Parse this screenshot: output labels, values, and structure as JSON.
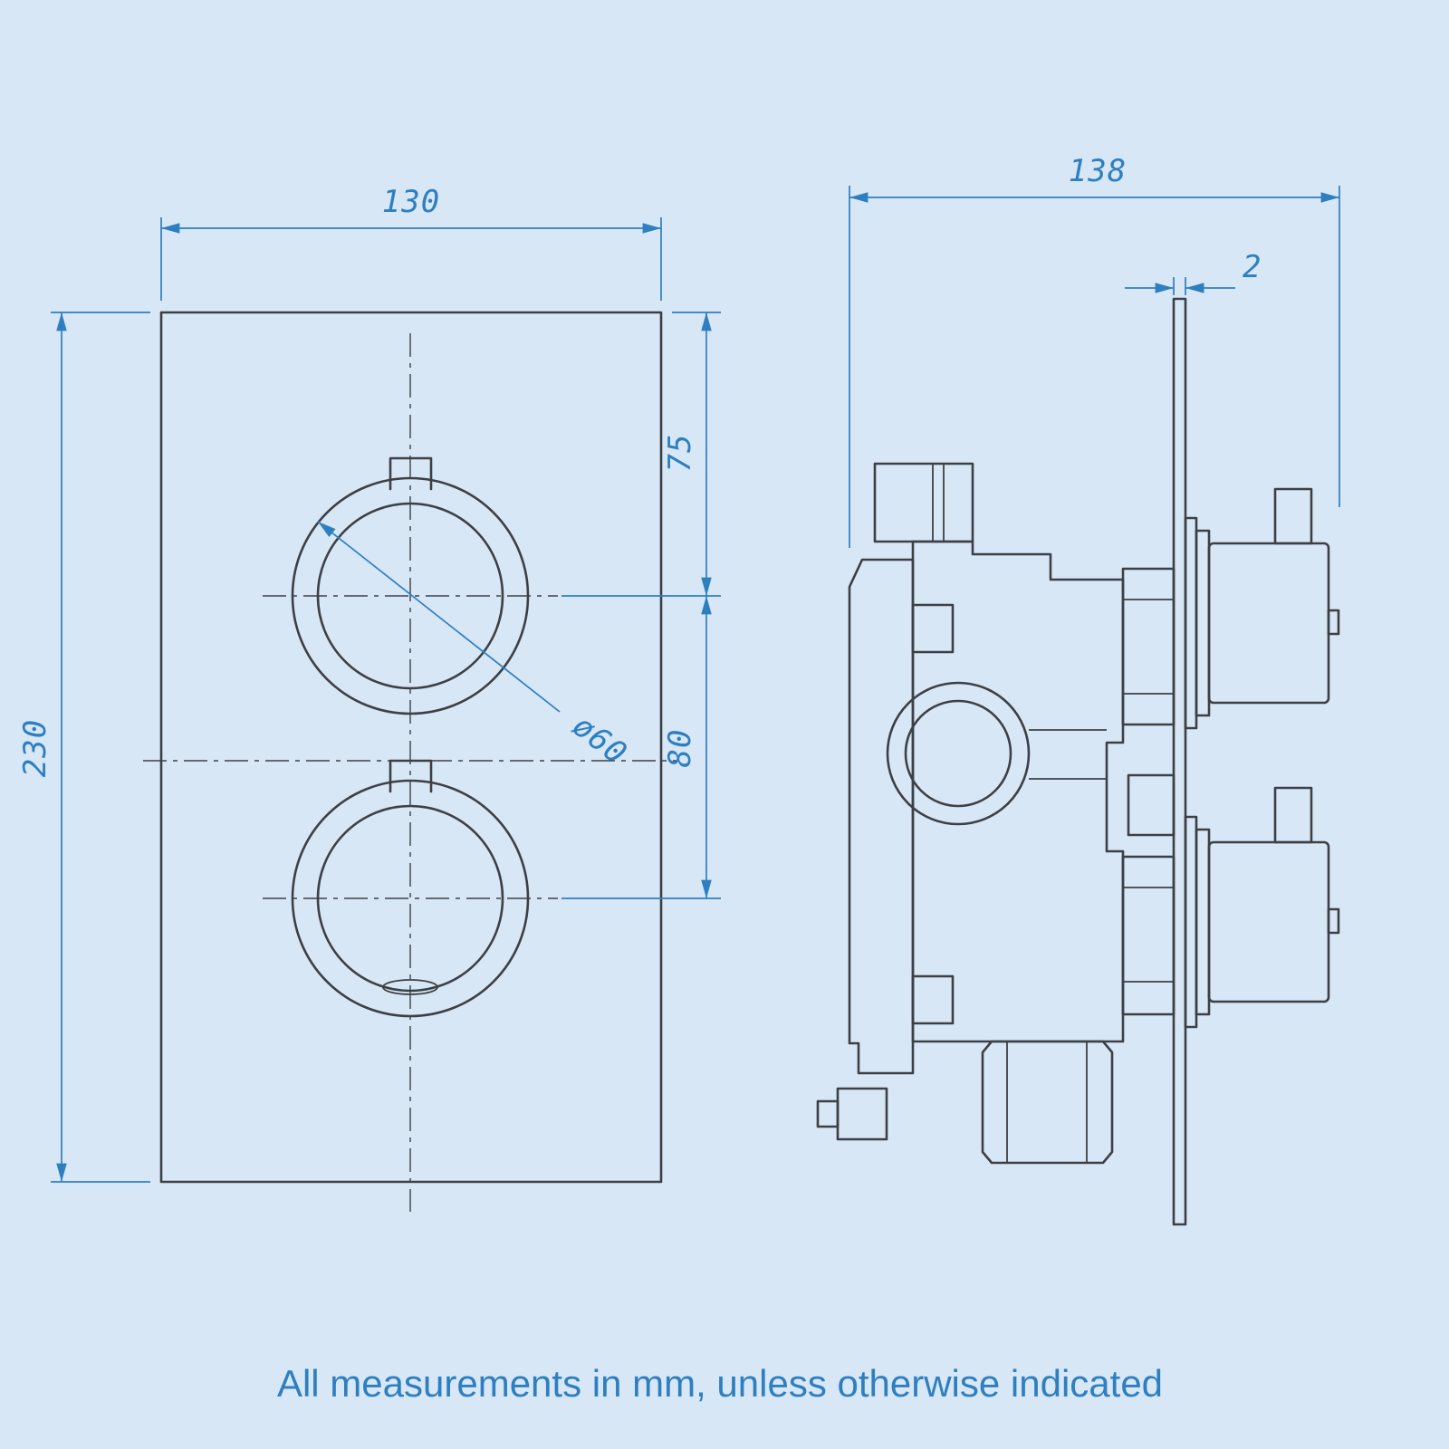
{
  "meta": {
    "colors": {
      "background": "#d8e7f6",
      "outline": "#3c4046",
      "dimension": "#2e7fc0"
    }
  },
  "front_view": {
    "width_dim": "130",
    "height_dim": "230",
    "top_knob_offset_dim": "75",
    "knob_spacing_dim": "80",
    "knob_diameter_dim": "ø60"
  },
  "side_view": {
    "depth_dim": "138",
    "plate_thickness_dim": "2"
  },
  "footer": {
    "note": "All measurements in mm, unless otherwise indicated"
  }
}
